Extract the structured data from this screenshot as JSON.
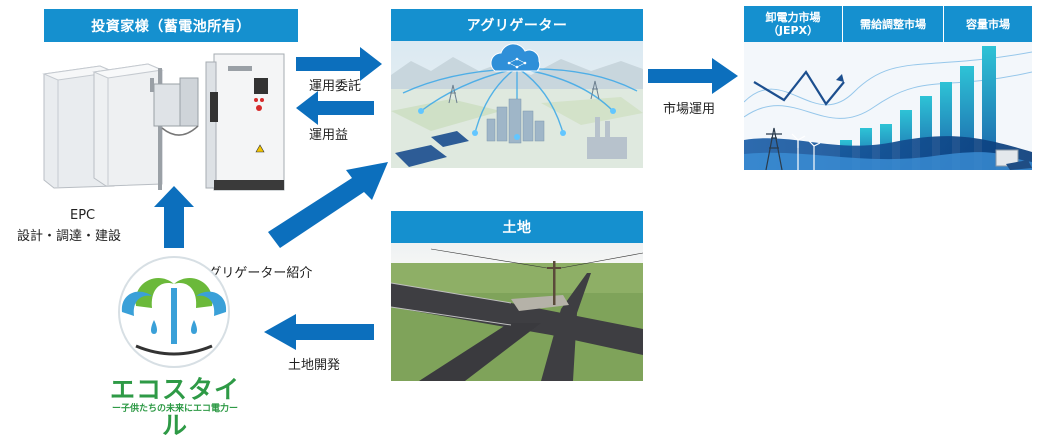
{
  "investor": {
    "title": "投資家様（蓄電池所有）"
  },
  "aggregator": {
    "title": "アグリゲーター"
  },
  "land": {
    "title": "土地"
  },
  "markets": [
    {
      "label_line1": "卸電力市場",
      "label_line2": "（JEPX）"
    },
    {
      "label_line1": "需給調整市場",
      "label_line2": ""
    },
    {
      "label_line1": "容量市場",
      "label_line2": ""
    }
  ],
  "flows": {
    "operation_commission": "運用委託",
    "operation_profit": "運用益",
    "market_operation": "市場運用",
    "epc_line1": "EPC",
    "epc_line2": "設計・調達・建設",
    "aggregator_intro": "アグリゲーター紹介",
    "land_development": "土地開発"
  },
  "company": {
    "name": "エコスタイル",
    "tagline": "ー子供たちの未来にエコ電力ー"
  },
  "colors": {
    "accent": "#1590cf",
    "arrow": "#0c6fbd",
    "brand_green": "#2e9a46",
    "logo_blue": "#3aa0d8",
    "logo_green": "#6bb93a"
  },
  "icons": {
    "battery": "battery-cabinet-icon",
    "cloud": "cloud-network-icon",
    "arrow": "flow-arrow"
  }
}
